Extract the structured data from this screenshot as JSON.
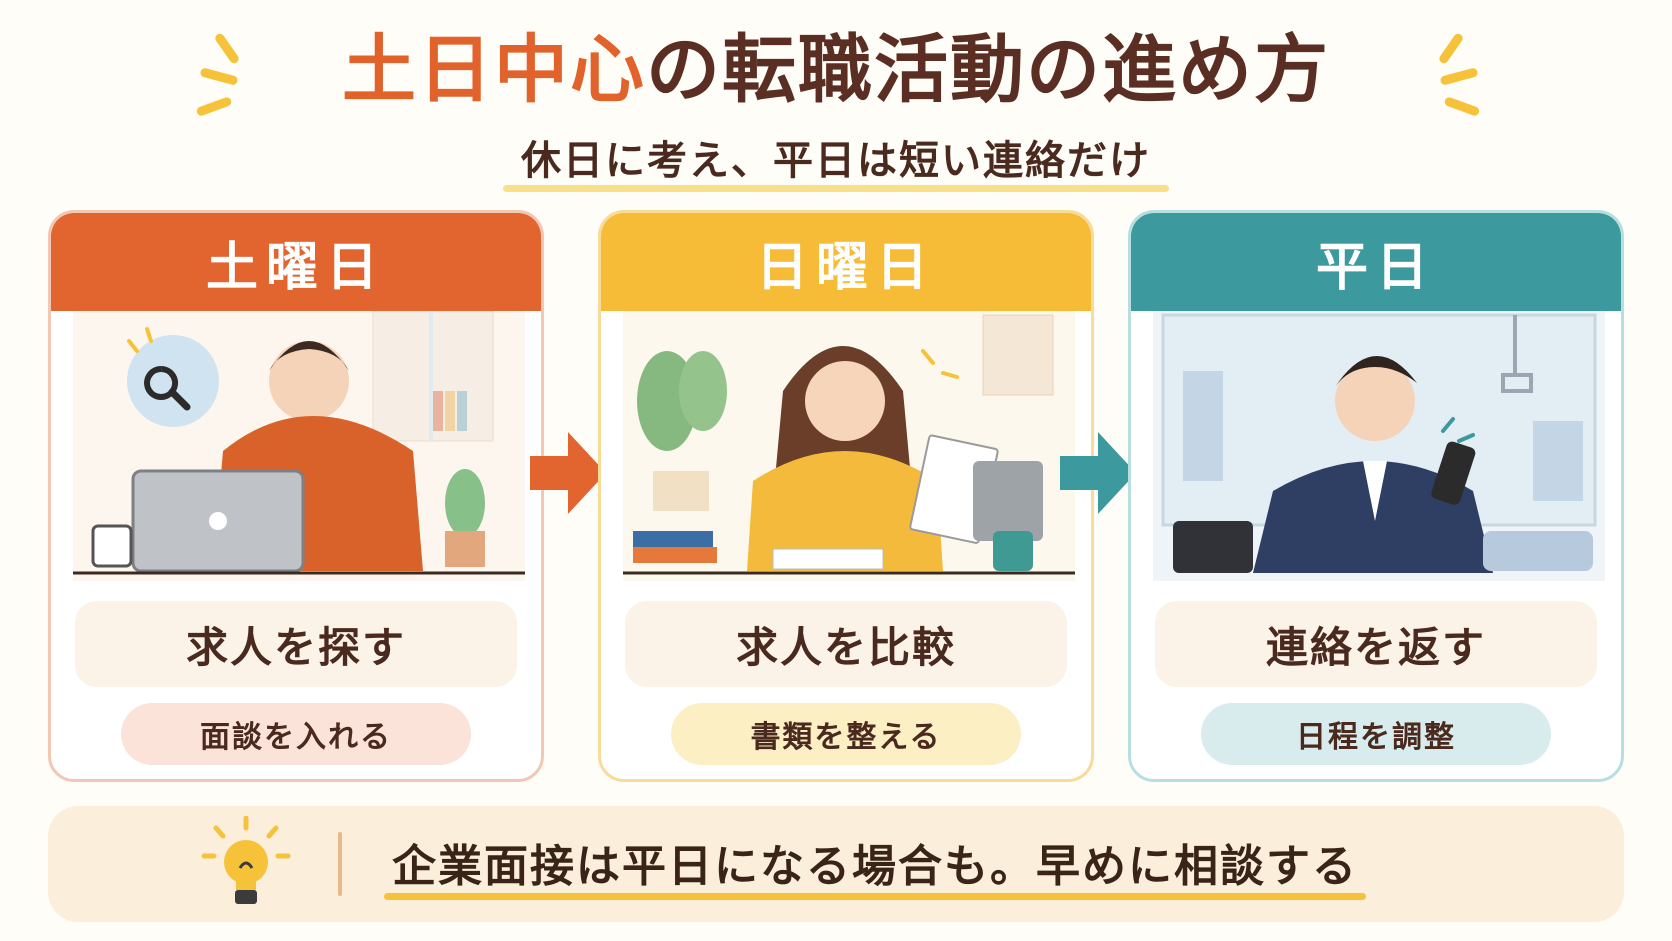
{
  "title": {
    "highlight": "土日中心",
    "rest": "の転職活動の進め方"
  },
  "subtitle": "休日に考え、平日は短い連絡だけ",
  "cards": [
    {
      "day": "土曜日",
      "main_task": "求人を探す",
      "sub_task": "面談を入れる"
    },
    {
      "day": "日曜日",
      "main_task": "求人を比較",
      "sub_task": "書類を整える"
    },
    {
      "day": "平日",
      "main_task": "連絡を返す",
      "sub_task": "日程を調整"
    }
  ],
  "note": {
    "text": "企業面接は平日になる場合も。早めに相談する"
  },
  "colors": {
    "saturday": "#e2652f",
    "sunday": "#f6bc37",
    "weekday": "#3c9a9f",
    "title_highlight": "#e2622b",
    "accent_yellow": "#f6c23a"
  },
  "icons": [
    "magnifier-icon",
    "arrow-right-icon",
    "lightbulb-icon",
    "smartphone-icon",
    "laptop-icon"
  ]
}
